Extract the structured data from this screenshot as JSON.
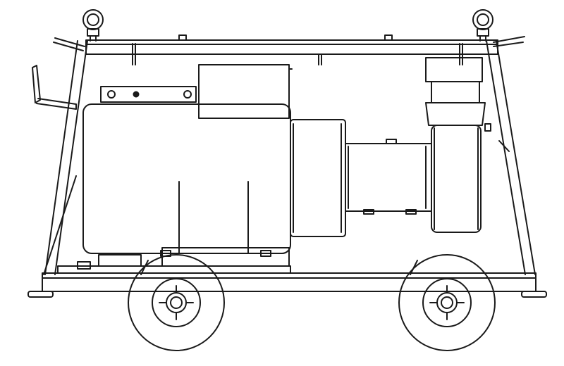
{
  "drawing": {
    "style": "black line-art technical drawing, side elevation",
    "line_color": "#1a1a1a",
    "fill_color": "#ffffff",
    "background": "#ffffff"
  },
  "components": [
    "lifting-eye",
    "tow-handle",
    "skid-frame",
    "generator-housing",
    "terminal-box",
    "coupling-bell",
    "drive-motor",
    "exhaust-assembly",
    "wheel",
    "wheel-hub"
  ]
}
